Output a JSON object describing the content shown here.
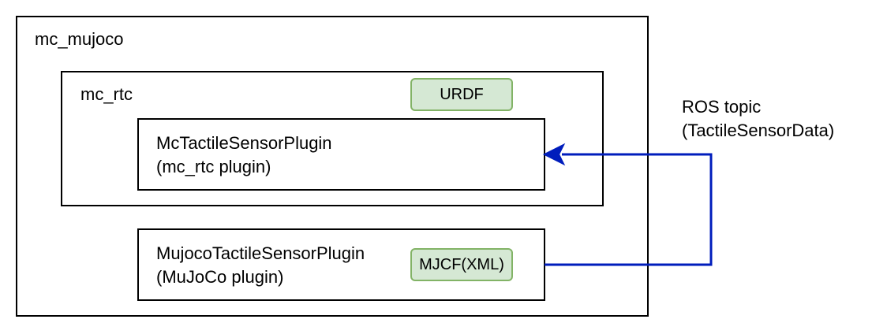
{
  "outer": {
    "title": "mc_mujoco"
  },
  "mc_rtc": {
    "title": "mc_rtc",
    "urdf_tag": "URDF",
    "plugin": {
      "name": "McTactileSensorPlugin",
      "kind": "(mc_rtc plugin)"
    }
  },
  "mujoco_plugin": {
    "name": "MujocoTactileSensorPlugin",
    "kind": "(MuJoCo plugin)",
    "mjcf_tag": "MJCF(XML)"
  },
  "connector": {
    "label_line1": "ROS topic",
    "label_line2": "(TactileSensorData)",
    "color": "#001dbc"
  }
}
